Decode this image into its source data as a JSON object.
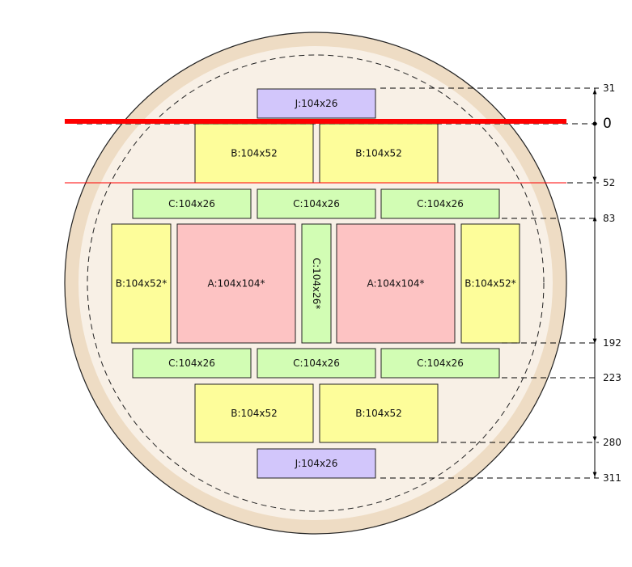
{
  "colors": {
    "wafer_edge": "#eedcc4",
    "wafer_inner": "#f8f0e6",
    "outline": "#222222",
    "A": "#fdc3c3",
    "B": "#fdfd9a",
    "C": "#d2fdb4",
    "J": "#d2c6fb",
    "red_line": "#ff0000"
  },
  "chips": [
    {
      "label": "J:104x26"
    },
    {
      "label": "B:104x52"
    },
    {
      "label": "B:104x52"
    },
    {
      "label": "C:104x26"
    },
    {
      "label": "C:104x26"
    },
    {
      "label": "C:104x26"
    },
    {
      "label": "B:104x52*"
    },
    {
      "label": "A:104x104*"
    },
    {
      "label": "C:104x26*"
    },
    {
      "label": "A:104x104*"
    },
    {
      "label": "B:104x52*"
    },
    {
      "label": "C:104x26"
    },
    {
      "label": "C:104x26"
    },
    {
      "label": "C:104x26"
    },
    {
      "label": "B:104x52"
    },
    {
      "label": "B:104x52"
    },
    {
      "label": "J:104x26"
    }
  ],
  "dimensions": [
    "31",
    "0",
    "52",
    "83",
    "192",
    "223",
    "280",
    "311"
  ]
}
